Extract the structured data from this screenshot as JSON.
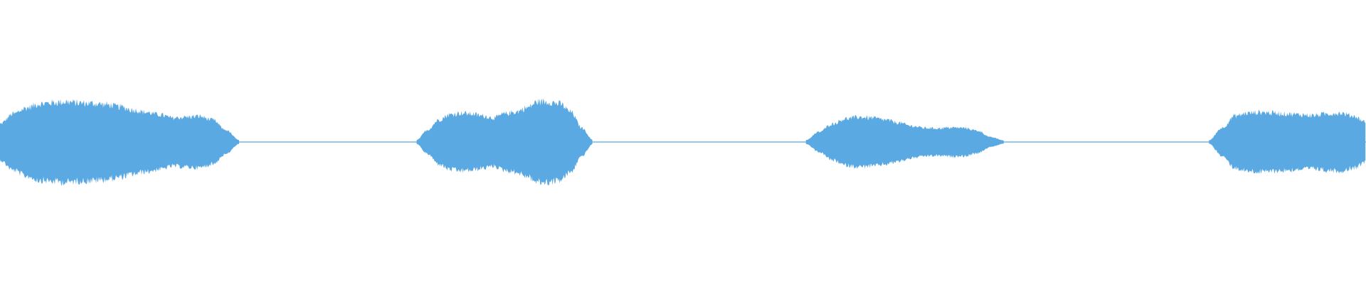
{
  "waveform": {
    "color": "#5aa9e2",
    "segments": [
      {
        "name": "burst-1",
        "x_start": 0,
        "x_end": 0.175,
        "envelope": [
          0.45,
          0.7,
          0.85,
          0.95,
          0.98,
          1.0,
          0.97,
          0.96,
          0.93,
          0.88,
          0.8,
          0.74,
          0.68,
          0.6,
          0.62,
          0.64,
          0.55,
          0.3,
          0.05
        ]
      },
      {
        "name": "burst-2",
        "x_start": 0.305,
        "x_end": 0.434,
        "envelope": [
          0.05,
          0.3,
          0.55,
          0.68,
          0.72,
          0.7,
          0.65,
          0.6,
          0.7,
          0.75,
          0.85,
          1.0,
          1.0,
          0.95,
          0.75,
          0.35,
          0.05
        ]
      },
      {
        "name": "burst-3",
        "x_start": 0.59,
        "x_end": 0.735,
        "envelope": [
          0.05,
          0.25,
          0.45,
          0.58,
          0.62,
          0.6,
          0.55,
          0.48,
          0.4,
          0.35,
          0.34,
          0.36,
          0.35,
          0.28,
          0.12,
          0.04
        ]
      },
      {
        "name": "burst-4",
        "x_start": 0.885,
        "x_end": 1.0,
        "envelope": [
          0.04,
          0.35,
          0.65,
          0.72,
          0.74,
          0.72,
          0.7,
          0.68,
          0.66,
          0.7,
          0.72,
          0.65,
          0.5
        ]
      }
    ]
  }
}
